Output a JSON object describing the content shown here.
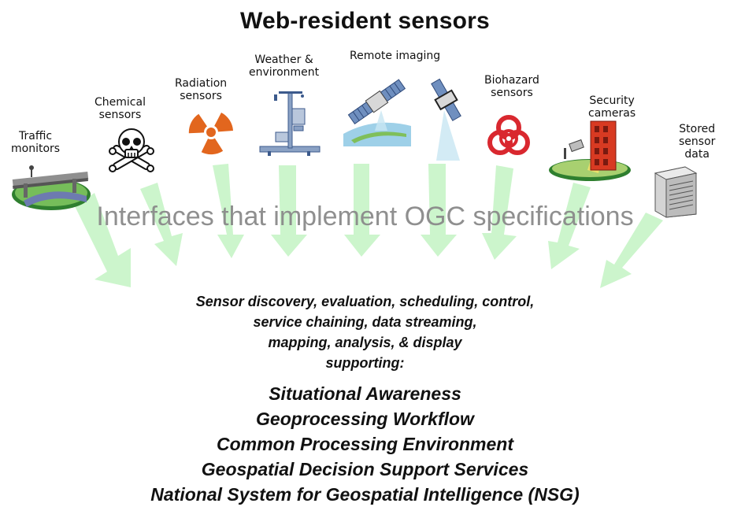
{
  "title": "Web-resident sensors",
  "sensors": [
    {
      "label": "Traffic\nmonitors"
    },
    {
      "label": "Chemical\nsensors"
    },
    {
      "label": "Radiation\nsensors"
    },
    {
      "label": "Weather &\nenvironment"
    },
    {
      "label": "Remote imaging"
    },
    {
      "label": "Biohazard\nsensors"
    },
    {
      "label": "Security\ncameras"
    },
    {
      "label": "Stored\nsensor\ndata"
    }
  ],
  "interfaces_text": "Interfaces that implement OGC specifications",
  "capabilities": [
    "Sensor discovery, evaluation, scheduling, control,",
    "service chaining, data streaming,",
    "mapping, analysis, & display",
    "supporting:"
  ],
  "outcomes": [
    "Situational Awareness",
    "Geoprocessing Workflow",
    "Common Processing Environment",
    "Geospatial Decision Support Services",
    "National System for Geospatial Intelligence (NSG)"
  ],
  "colors": {
    "arrow": "#ccf5cc",
    "radiation": "#e2661e",
    "biohazard": "#d9282f",
    "building": "#d83a22",
    "satellite_panel": "#6f8fbf",
    "earth": "#9ed0e8"
  }
}
